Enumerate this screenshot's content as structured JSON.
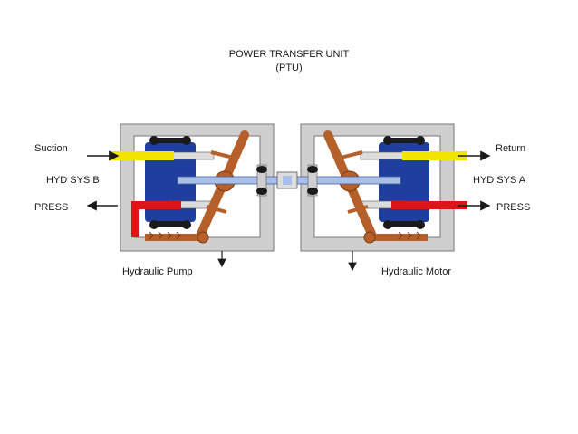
{
  "title": {
    "line1": "POWER TRANSFER UNIT",
    "line2": "(PTU)"
  },
  "labels": {
    "suction": "Suction",
    "hyd_sys_b": "HYD SYS B",
    "press_left": "PRESS",
    "return": "Return",
    "hyd_sys_a": "HYD SYS A",
    "press_right": "PRESS",
    "hydraulic_pump": "Hydraulic Pump",
    "hydraulic_motor": "Hydraulic Motor"
  },
  "colors": {
    "housing": "#cfcfcf",
    "housing_edge": "#777777",
    "block_blue": "#1f3f9e",
    "swash_orange": "#b5602a",
    "suction_yellow": "#f2e600",
    "pressure_red": "#e01414",
    "shaft_blue": "#a9bfe8",
    "seal_black": "#1a1a1a",
    "piston_grey": "#dcdcdc"
  }
}
